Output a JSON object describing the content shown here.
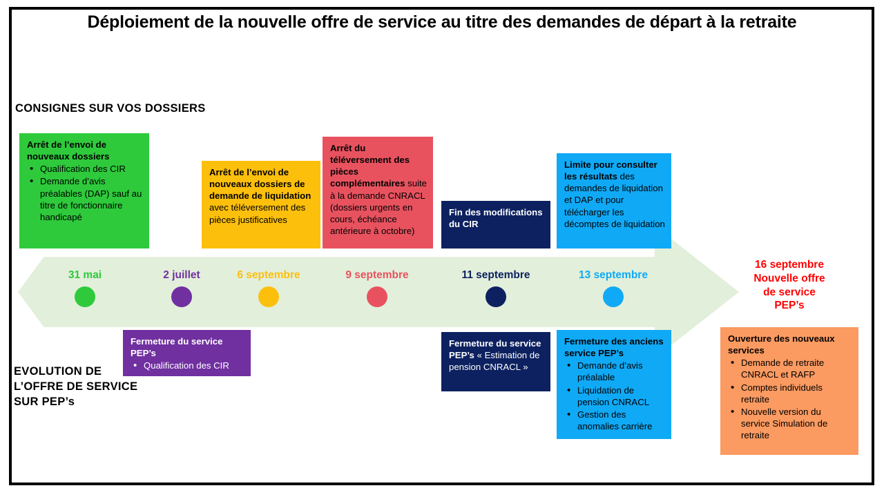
{
  "title": "Déploiement de la nouvelle offre de service au titre des demandes de départ à la retraite",
  "sections": {
    "top_label": "CONSIGNES SUR VOS DOSSIERS",
    "bottom_label": "EVOLUTION  DE L’OFFRE  DE SERVICE SUR PEP’s",
    "bottom_label_line1": "EVOLUTION  DE",
    "bottom_label_line2": "L’OFFRE  DE SERVICE",
    "bottom_label_line3": "SUR PEP’s"
  },
  "colors": {
    "green": "#2eca3c",
    "purple": "#7030a0",
    "amber": "#fcbf0c",
    "red": "#e8525f",
    "navy": "#0d2160",
    "cyan": "#10a9f5",
    "orange": "#fb9a61",
    "arrow": "#e2efda",
    "end_text": "#ff0000",
    "frame": "#000000"
  },
  "milestones": [
    {
      "date": "31 mai",
      "color": "#2eca3c"
    },
    {
      "date": "2 juillet",
      "color": "#7030a0"
    },
    {
      "date": "6 septembre",
      "color": "#fcbf0c"
    },
    {
      "date": "9 septembre",
      "color": "#e8525f"
    },
    {
      "date": "11 septembre",
      "color": "#0d2160"
    },
    {
      "date": "13 septembre",
      "color": "#10a9f5"
    }
  ],
  "end_marker": {
    "line1": "16 septembre",
    "line2": "Nouvelle offre",
    "line3": "de service",
    "line4": "PEP’s"
  },
  "cards_top": [
    {
      "heading": "Arrêt de l’envoi de nouveaux dossiers",
      "body": "",
      "bullets": [
        "Qualification des CIR",
        "Demande  d’avis préalables (DAP) sauf au titre de fonctionnaire handicapé"
      ]
    },
    {
      "heading": "Arrêt de l’envoi de nouveaux dossiers de demande de liquidation",
      "body": " avec téléversement des pièces justificatives",
      "bullets": []
    },
    {
      "heading": "Arrêt du téléversement des pièces complémentaires",
      "body": " suite à la demande  CNRACL (dossiers urgents en cours, échéance antérieure à octobre)",
      "bullets": []
    },
    {
      "heading": "Fin des modifications du CIR",
      "body": "",
      "bullets": []
    },
    {
      "heading": "Limite pour consulter les résultats",
      "body": " des demandes de liquidation et DAP et pour télécharger les décomptes  de liquidation",
      "bullets": []
    }
  ],
  "cards_bottom": [
    {
      "heading": "Fermeture du service PEP’s",
      "body": "",
      "bullets": [
        "Qualification des CIR"
      ]
    },
    {
      "heading": "Fermeture du service PEP’s",
      "body": " « Estimation de pension CNRACL »",
      "bullets": []
    },
    {
      "heading": "Fermeture des anciens service PEP’s",
      "body": "",
      "bullets": [
        "Demande  d’avis préalable",
        "Liquidation de pension CNRACL",
        "Gestion des anomalies carrière"
      ]
    },
    {
      "heading": "Ouverture des nouveaux services",
      "body": "",
      "bullets": [
        "Demande  de retraite CNRACL et RAFP",
        "Comptes individuels retraite",
        "Nouvelle version du service Simulation  de retraite"
      ]
    }
  ]
}
